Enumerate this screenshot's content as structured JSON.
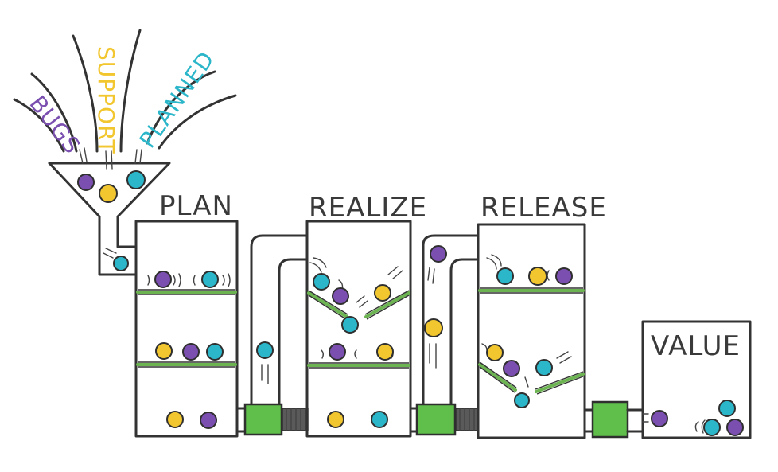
{
  "colors": {
    "bug": "#7b4fb0",
    "support": "#f2c62e",
    "planned": "#2bb6c9",
    "pump": "#5fbf4a",
    "line": "#333333"
  },
  "sources": {
    "bugs": "BUGS",
    "support": "SUPPORT",
    "planned": "PLANNED"
  },
  "stages": {
    "plan": "PLAN",
    "realize": "REALIZE",
    "release": "RELEASE",
    "value": "VALUE"
  }
}
